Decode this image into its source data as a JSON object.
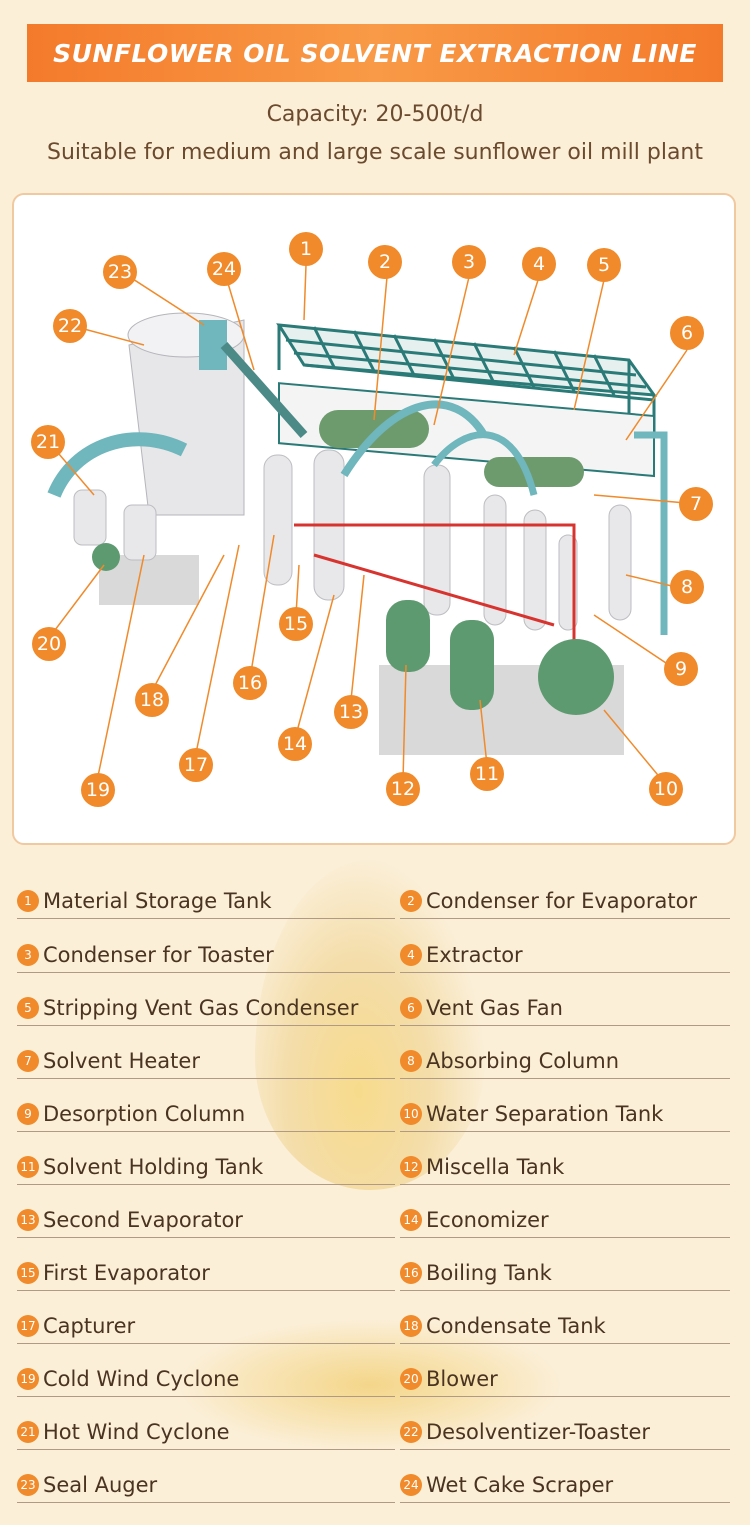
{
  "header": {
    "title": "SUNFLOWER OIL SOLVENT EXTRACTION LINE",
    "capacity": "Capacity: 20-500t/d",
    "suitability": "Suitable for medium and large scale sunflower oil mill plant"
  },
  "colors": {
    "accent": "#f08a2a",
    "background": "#fbefd8",
    "equipment": "#6fb6bd",
    "tank": "#5e9a70"
  },
  "diagram": {
    "callouts": [
      "1",
      "2",
      "3",
      "4",
      "5",
      "6",
      "7",
      "8",
      "9",
      "10",
      "11",
      "12",
      "13",
      "14",
      "15",
      "16",
      "17",
      "18",
      "19",
      "20",
      "21",
      "22",
      "23",
      "24"
    ]
  },
  "legend": [
    {
      "num": "1",
      "label": "Material Storage Tank"
    },
    {
      "num": "2",
      "label": "Condenser for Evaporator"
    },
    {
      "num": "3",
      "label": "Condenser for Toaster"
    },
    {
      "num": "4",
      "label": "Extractor"
    },
    {
      "num": "5",
      "label": "Stripping Vent Gas Condenser"
    },
    {
      "num": "6",
      "label": "Vent Gas Fan"
    },
    {
      "num": "7",
      "label": "Solvent Heater"
    },
    {
      "num": "8",
      "label": "Absorbing Column"
    },
    {
      "num": "9",
      "label": "Desorption Column"
    },
    {
      "num": "10",
      "label": "Water Separation Tank"
    },
    {
      "num": "11",
      "label": "Solvent Holding Tank"
    },
    {
      "num": "12",
      "label": "Miscella Tank"
    },
    {
      "num": "13",
      "label": "Second Evaporator"
    },
    {
      "num": "14",
      "label": "Economizer"
    },
    {
      "num": "15",
      "label": "First Evaporator"
    },
    {
      "num": "16",
      "label": "Boiling Tank"
    },
    {
      "num": "17",
      "label": "Capturer"
    },
    {
      "num": "18",
      "label": "Condensate Tank"
    },
    {
      "num": "19",
      "label": "Cold Wind Cyclone"
    },
    {
      "num": "20",
      "label": "Blower"
    },
    {
      "num": "21",
      "label": "Hot Wind Cyclone"
    },
    {
      "num": "22",
      "label": "Desolventizer-Toaster"
    },
    {
      "num": "23",
      "label": "Seal Auger"
    },
    {
      "num": "24",
      "label": "Wet Cake Scraper"
    }
  ]
}
